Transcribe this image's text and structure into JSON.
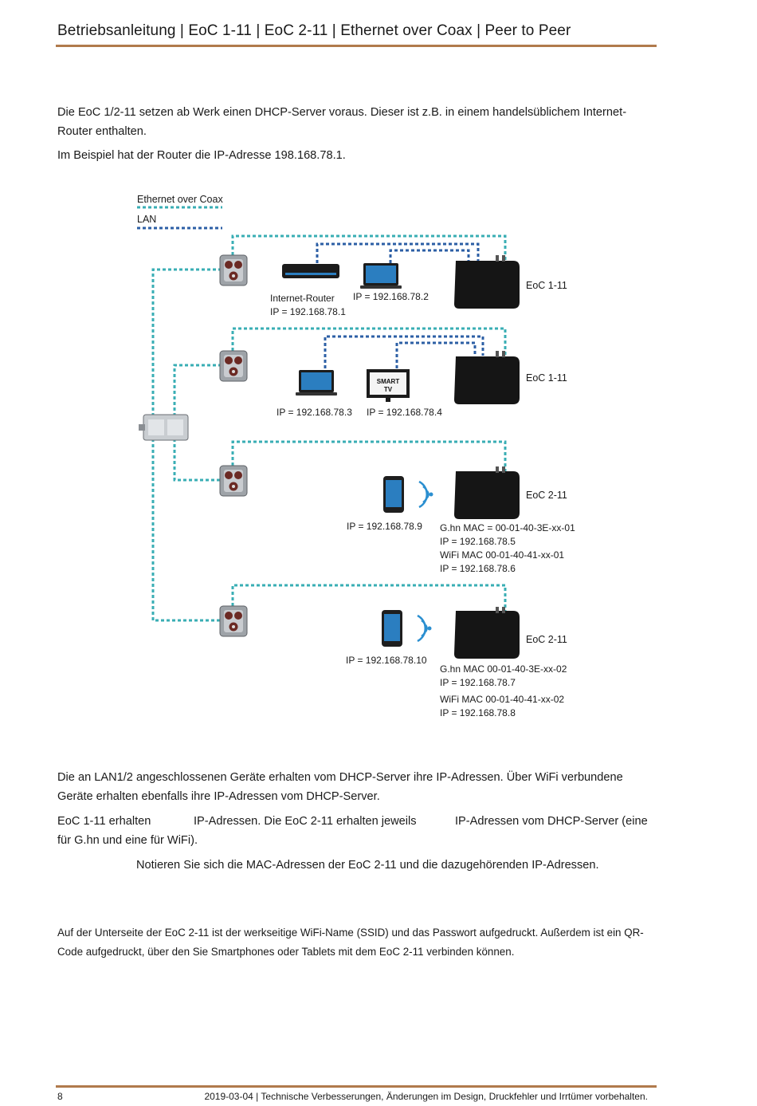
{
  "header": {
    "title": "Betriebsanleitung | EoC 1-11 | EoC 2-11 | Ethernet over Coax |  Peer to Peer"
  },
  "intro": {
    "p1_line1": "Die EoC 1/2-11 setzen ab Werk einen DHCP-Server voraus. Dieser ist z.B. in einem handelsüblichem Internet-",
    "p1_line2": "Router enthalten.",
    "p2": "Im Beispiel hat der Router die IP-Adresse 198.168.78.1."
  },
  "diagram": {
    "legend": {
      "coax": "Ethernet over Coax",
      "lan": "LAN"
    },
    "colors": {
      "coax": "#39aeb4",
      "lan": "#2c5fa5",
      "device": "#161616",
      "wifi": "#2b8fd0"
    },
    "router": {
      "name": "Internet-Router",
      "ip": "IP = 192.168.78.1"
    },
    "laptop1_ip": "IP = 192.168.78.2",
    "laptop2_ip": "IP = 192.168.78.3",
    "tv": {
      "label1": "SMART",
      "label2": "TV",
      "ip": "IP = 192.168.78.4"
    },
    "phone1_ip": "IP = 192.168.78.9",
    "phone2_ip": "IP = 192.168.78.10",
    "eoc_a": "EoC 1-11",
    "eoc_b": "EoC 1-11",
    "eoc_c": {
      "name": "EoC 2-11",
      "ghn_mac": "G.hn MAC = 00-01-40-3E-xx-01",
      "ghn_ip": "IP = 192.168.78.5",
      "wifi_mac": "WiFi MAC 00-01-40-41-xx-01",
      "wifi_ip": "IP = 192.168.78.6"
    },
    "eoc_d": {
      "name": "EoC 2-11",
      "ghn_mac": "G.hn MAC 00-01-40-3E-xx-02",
      "ghn_ip": "IP = 192.168.78.7",
      "wifi_mac": "WiFi MAC 00-01-40-41-xx-02",
      "wifi_ip": "IP = 192.168.78.8"
    }
  },
  "body": {
    "p3_line1": "Die an LAN1/2 angeschlossenen Geräte erhalten vom DHCP-Server ihre IP-Adressen. Über WiFi verbundene",
    "p3_line2": "Geräte erhalten ebenfalls ihre IP-Adressen vom DHCP-Server.",
    "p4_part1": "EoC 1-11 erhalten",
    "p4_part2": "IP-Adressen. Die EoC 2-11 erhalten jeweils",
    "p4_part3": "IP-Adressen vom DHCP-Server (eine",
    "p4_line2": "für G.hn und eine für WiFi).",
    "note": "Notieren Sie sich die MAC-Adressen der EoC 2-11 und die dazugehörenden IP-Adressen.",
    "p5_line1": "Auf der Unterseite der EoC 2-11 ist der werkseitige WiFi-Name (SSID) und das Passwort aufgedruckt. Außerdem ist ein QR-",
    "p5_line2": "Code aufgedruckt, über den Sie Smartphones oder Tablets mit dem EoC 2-11 verbinden können."
  },
  "footer": {
    "page": "8",
    "note": "2019-03-04 | Technische Verbesserungen, Änderungen im Design, Druckfehler und Irrtümer vorbehalten."
  }
}
